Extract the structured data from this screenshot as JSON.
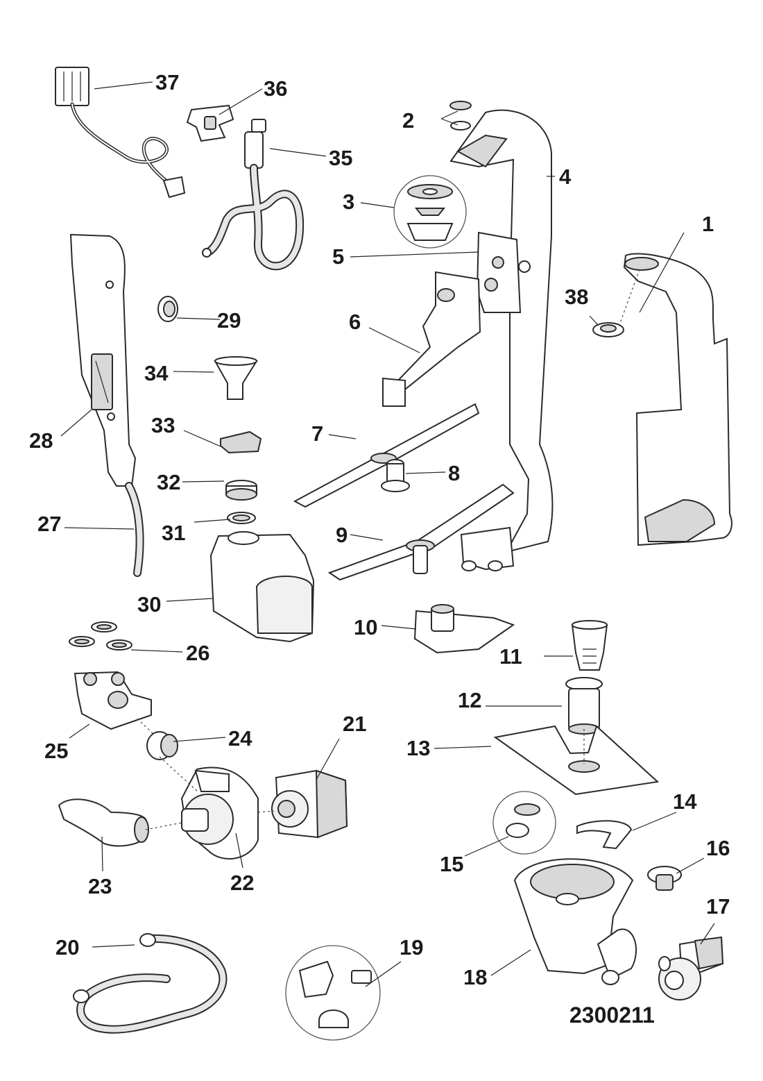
{
  "diagram": {
    "drawing_number": "2300211",
    "part_numbers": {
      "p1": "1",
      "p2": "2",
      "p3": "3",
      "p4": "4",
      "p5": "5",
      "p6": "6",
      "p7": "7",
      "p8": "8",
      "p9": "9",
      "p10": "10",
      "p11": "11",
      "p12": "12",
      "p13": "13",
      "p14": "14",
      "p15": "15",
      "p16": "16",
      "p17": "17",
      "p18": "18",
      "p19": "19",
      "p20": "20",
      "p21": "21",
      "p22": "22",
      "p23": "23",
      "p24": "24",
      "p25": "25",
      "p26": "26",
      "p27": "27",
      "p28": "28",
      "p29": "29",
      "p30": "30",
      "p31": "31",
      "p32": "32",
      "p33": "33",
      "p34": "34",
      "p35": "35",
      "p36": "36",
      "p37": "37",
      "p38": "38"
    }
  }
}
